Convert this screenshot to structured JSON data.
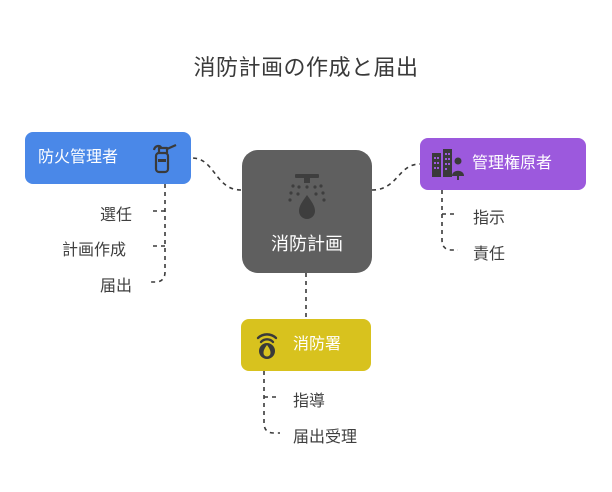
{
  "title": "消防計画の作成と届出",
  "center": {
    "label": "消防計画"
  },
  "nodes": {
    "left": {
      "label": "防火管理者",
      "icon": "fire-extinguisher-icon",
      "color": "#4a88e8",
      "items": [
        "選任",
        "計画作成",
        "届出"
      ]
    },
    "right": {
      "label": "管理権原者",
      "icon": "buildings-person-icon",
      "color": "#9c59dd",
      "items": [
        "指示",
        "責任"
      ]
    },
    "bottom": {
      "label": "消防署",
      "icon": "fire-alarm-icon",
      "color": "#d8c21e",
      "items": [
        "指導",
        "届出受理"
      ]
    }
  }
}
